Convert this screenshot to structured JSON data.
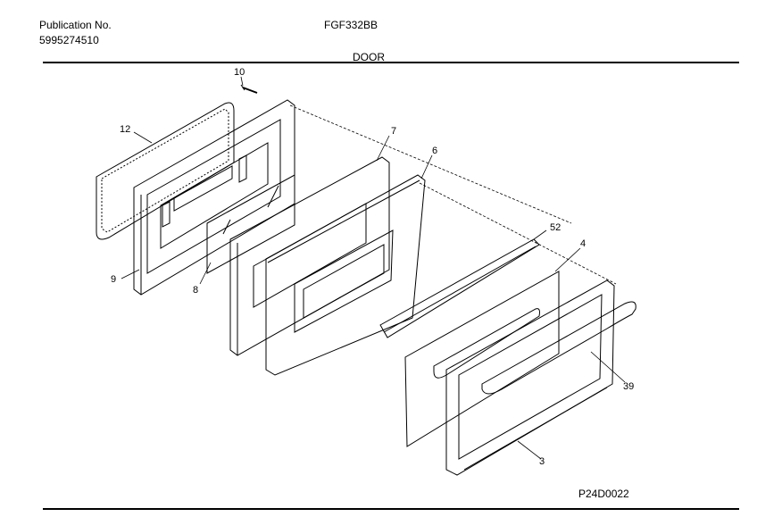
{
  "header": {
    "publication_label": "Publication No.",
    "publication_number": "5995274510",
    "model": "FGF332BB",
    "section": "DOOR"
  },
  "footer": {
    "diagram_id": "P24D0022"
  },
  "callouts": [
    {
      "id": "c10",
      "label": "10"
    },
    {
      "id": "c12",
      "label": "12"
    },
    {
      "id": "c7",
      "label": "7"
    },
    {
      "id": "c6",
      "label": "6"
    },
    {
      "id": "c52",
      "label": "52"
    },
    {
      "id": "c4",
      "label": "4"
    },
    {
      "id": "c9",
      "label": "9"
    },
    {
      "id": "c8",
      "label": "8"
    },
    {
      "id": "c39",
      "label": "39"
    },
    {
      "id": "c3",
      "label": "3"
    }
  ]
}
